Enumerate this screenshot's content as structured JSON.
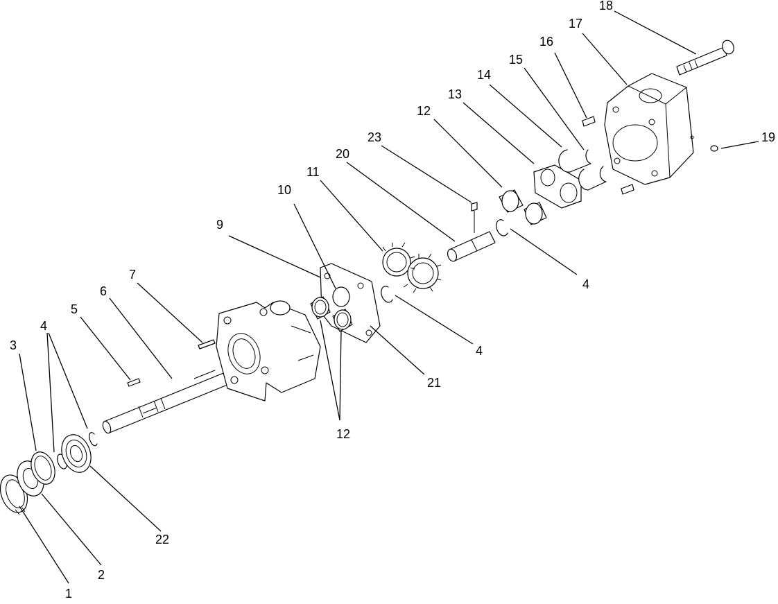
{
  "callouts": [
    {
      "id": "c1",
      "text": "1"
    },
    {
      "id": "c2",
      "text": "2"
    },
    {
      "id": "c3",
      "text": "3"
    },
    {
      "id": "c4a",
      "text": "4"
    },
    {
      "id": "c4b",
      "text": "4"
    },
    {
      "id": "c4c",
      "text": "4"
    },
    {
      "id": "c5",
      "text": "5"
    },
    {
      "id": "c6",
      "text": "6"
    },
    {
      "id": "c7",
      "text": "7"
    },
    {
      "id": "c9",
      "text": "9"
    },
    {
      "id": "c10",
      "text": "10"
    },
    {
      "id": "c11",
      "text": "11"
    },
    {
      "id": "c12a",
      "text": "12"
    },
    {
      "id": "c12b",
      "text": "12"
    },
    {
      "id": "c13",
      "text": "13"
    },
    {
      "id": "c14",
      "text": "14"
    },
    {
      "id": "c15",
      "text": "15"
    },
    {
      "id": "c16",
      "text": "16"
    },
    {
      "id": "c17",
      "text": "17"
    },
    {
      "id": "c18",
      "text": "18"
    },
    {
      "id": "c19",
      "text": "19"
    },
    {
      "id": "c20",
      "text": "20"
    },
    {
      "id": "c21",
      "text": "21"
    },
    {
      "id": "c22",
      "text": "22"
    },
    {
      "id": "c23",
      "text": "23"
    }
  ],
  "colors": {
    "line": "#000000",
    "background": "#ffffff"
  }
}
